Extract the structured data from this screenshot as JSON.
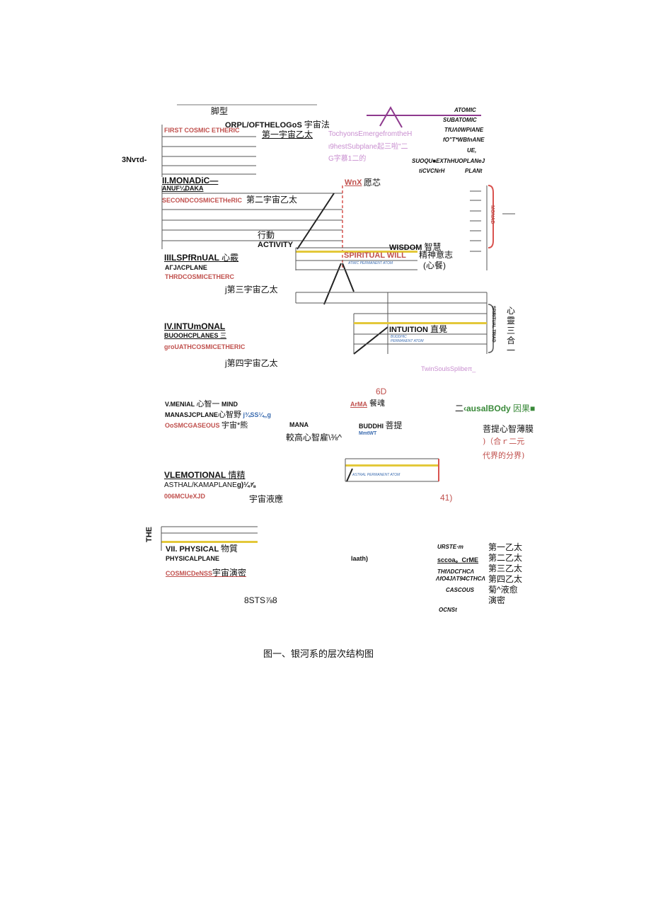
{
  "header": {
    "top_label": "脚型",
    "logos": "ORPL/OFTHELOGoS",
    "logos_cn": "宇宙法",
    "first_cosmic_etheric": "FIRST COSMIC ETHERIC",
    "first_cosmic_cn": "第一宇宙乙太"
  },
  "right_top": {
    "atomic": "ATOMIC",
    "subatomic": "SUBATOMIC",
    "l3": "TfUΛ0WPIANE",
    "l4": "fO\"T*WBfnANE",
    "l5": "UE,",
    "l6": "SUOQU■EXThHUOPLANeJ",
    "l7": "tiCVCNrH",
    "l8": "PLANt",
    "monad_vertical": "MONAD"
  },
  "tachyons": {
    "line1": "TochyonsEmergefromtheH",
    "line2": "ι9hestSubplane",
    "line2_cn": "起三啦\"二",
    "line3": "G字慕1二的"
  },
  "left_margin": "3Nvτd-",
  "monadic": {
    "title": "II.MONADiC—",
    "sub": "ANUF¼DAKA",
    "etheric": "SECONDCOSMICETHeRIC",
    "etheric_cn": "第二宇宙乙太",
    "wnx": "WnX",
    "wnx_cn": "愿芯"
  },
  "activity": {
    "cn": "行動",
    "en": "ACTIVITY",
    "wisdom": "WISDOM",
    "wisdom_cn": "智慧",
    "spiritual_will": "SPIRITUAL WILL",
    "atmic_atom": "ATMIC PERMANENT ATOM",
    "jingshen": "精神意志",
    "xincan": "(心餐)"
  },
  "spiritual": {
    "title": "IIILSPfRnUAL",
    "title_cn": "心霰",
    "sub": "AΓJΛCPLANE",
    "etheric": "THRDCOSMICETHERC",
    "etheric_cn": "j第三宇宙乙太"
  },
  "intuitional": {
    "title": "IV.INTUmONAL",
    "sub": "BUOOHCPLANES",
    "sub_cn": "三",
    "etheric": "groUATHCOSMICETHERIC",
    "etheric_cn": "j第四宇宙乙太",
    "intuition": "INTUITION",
    "intuition_cn": "直覺",
    "buddhic_atom_1": "BUDDHIC",
    "buddhic_atom_2": "PERMANENT ATOM",
    "triad_vertical": "SPIRITUAL TRIAD",
    "triad_cn": "心靈三合一",
    "twin_souls": "TwinSoulsSplibeπ_"
  },
  "mental": {
    "sixd": "6D",
    "arma": "ArMA",
    "arma_cn": "餐魂",
    "causal_prefix": "二",
    "causal": "‹ausalBOdy",
    "causal_cn": "因果■",
    "title": "V.MENIAL",
    "title_cn": "心智一",
    "title_en2": "MIND",
    "sub": "MANASJCPLANE",
    "sub_cn": "心智野",
    "sub_blue": "j¾SS¼„g",
    "etheric": "OoSMCGASEOUS",
    "etheric_cn": "宇宙*熊",
    "mana": "MANA",
    "mana_cn": "較高心智雇\\⅜^",
    "buddhi": "BUDDHI",
    "buddhi_cn": "菩提",
    "mmtwt": "MmtWT",
    "pudi_right": "菩提心智薄膜",
    "he_right": ")（合ｒ二元",
    "dai_right": "代界的分界)"
  },
  "emotional": {
    "title": "VLEMOTIONAL",
    "title_cn": "情精",
    "sub": "ASTHAL/KAMAPLANE",
    "sub_tail": "g)¼⅞",
    "etheric": "006MCUeXJD",
    "etheric_cn": "宇宙液應",
    "astral_atom": "ASTRAL PERMANENT ATOM",
    "num": "41)"
  },
  "physical": {
    "the": "THE",
    "title": "VII. PHYSICAL",
    "title_cn": "物質",
    "sub": "PHYSICALPLANE",
    "etheric": "COSMICDeNSS",
    "etheric_cn": "宇宙演密",
    "laath": "laath)",
    "bottom": "8STS⅞8"
  },
  "legend": {
    "l1": "URSTE·m",
    "l2": "sccoa。CrME",
    "l3": "THfΛDCΓHCΛ",
    "l4": "ΛfO4JΛT94CTHCΛ",
    "l5": "CASCOUS",
    "l6": "OCNSt",
    "c1": "第一乙太",
    "c2": "第二乙太",
    "c3": "第三乙太",
    "c4": "第四乙太",
    "c5": "菊^液愈",
    "c6": "演密"
  },
  "caption": "图一、银河系的层次结构图",
  "colors": {
    "red_label": "#c0504d",
    "pink_label": "#c98fd0",
    "blue_label": "#3b6cb0",
    "yellow_band": "#e3c83a",
    "dashed_red": "#d9534f"
  }
}
